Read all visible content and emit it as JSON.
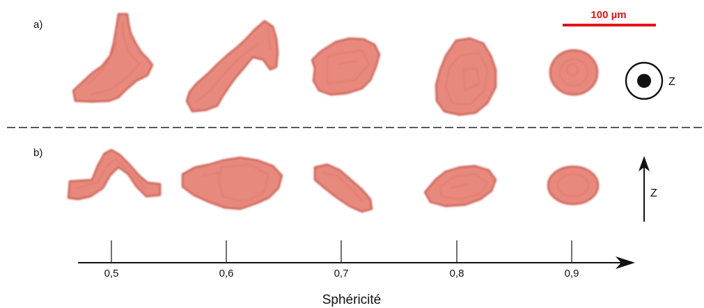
{
  "panels": {
    "a_label": "a)",
    "b_label": "b)",
    "a_axis_label": "Z",
    "b_axis_label": "Z"
  },
  "scale_bar": {
    "label": "100 µm",
    "color": "#e0161b"
  },
  "axis": {
    "title": "Sphéricité",
    "ticks": [
      "0,5",
      "0,6",
      "0,7",
      "0,8",
      "0,9"
    ]
  },
  "colors": {
    "particle_fill": "#e8897d",
    "particle_edge": "#c44c40"
  }
}
